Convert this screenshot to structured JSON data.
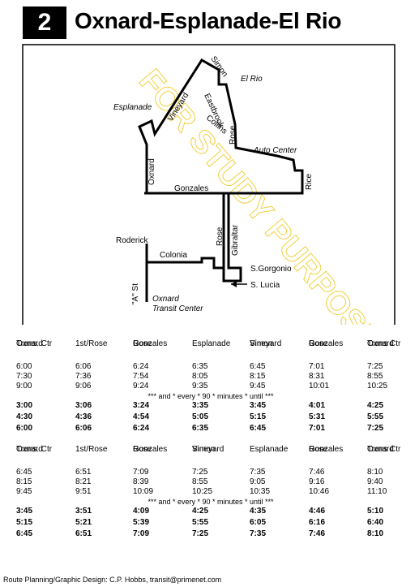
{
  "route": {
    "number": "2",
    "title": "Oxnard-Esplanade-El Rio"
  },
  "watermark": "FOR STUDY PURPOSES ONLY",
  "map_labels": {
    "simon": "Simon",
    "el_rio": "El Rio",
    "vineyard": "Vineyard",
    "esplanade": "Esplanade",
    "eastbrook": "Eastbrook",
    "collins": "Collins",
    "rose_north": "Rose",
    "auto_center": "Auto Center",
    "rice": "Rice",
    "oxnard": "Oxnard",
    "gonzales": "Gonzales",
    "roderick": "Roderick",
    "rose_south": "Rose",
    "gibraltar": "Gibraltar",
    "colonia": "Colonia",
    "a_st": "\"A\" St",
    "s_gorgonio": "S.Gorgonio",
    "s_lucia": "S. Lucia",
    "oxnard_tc": "Oxnard",
    "transit_center": "Transit Center"
  },
  "schedule_1": {
    "headers": [
      [
        "Oxnard",
        "Trans. Ctr"
      ],
      [
        "1st/Rose",
        ""
      ],
      [
        "Gonzales",
        "Rose"
      ],
      [
        "Esplanade",
        ""
      ],
      [
        "Vineyard",
        "Simon"
      ],
      [
        "Gonzales",
        "Rose"
      ],
      [
        "Oxnard",
        "Trans Ctr"
      ]
    ],
    "rows": [
      [
        "6:00",
        "6:06",
        "6:24",
        "6:35",
        "6:45",
        "7:01",
        "7:25"
      ],
      [
        "7:30",
        "7:36",
        "7:54",
        "8:05",
        "8:15",
        "8:31",
        "8:55"
      ],
      [
        "9:00",
        "9:06",
        "9:24",
        "9:35",
        "9:45",
        "10:01",
        "10:25"
      ]
    ],
    "note": "*** and * every * 90 * minutes * until ***",
    "rows_bold": [
      [
        "3:00",
        "3:06",
        "3:24",
        "3:35",
        "3:45",
        "4:01",
        "4:25"
      ],
      [
        "4:30",
        "4:36",
        "4:54",
        "5:05",
        "5:15",
        "5:31",
        "5:55"
      ],
      [
        "6:00",
        "6:06",
        "6:24",
        "6:35",
        "6:45",
        "7:01",
        "7:25"
      ]
    ]
  },
  "schedule_2": {
    "headers": [
      [
        "Oxnard",
        "Trans. Ctr"
      ],
      [
        "1st/Rose",
        ""
      ],
      [
        "Gonzales",
        "Rose"
      ],
      [
        "Vineyard",
        "Simon"
      ],
      [
        "Esplanade",
        ""
      ],
      [
        "Gonzales",
        "Rose"
      ],
      [
        "Oxnard",
        "Trans Ctr"
      ]
    ],
    "rows": [
      [
        "6:45",
        "6:51",
        "7:09",
        "7:25",
        "7:35",
        "7:46",
        "8:10"
      ],
      [
        "8:15",
        "8:21",
        "8:39",
        "8:55",
        "9:05",
        "9:16",
        "9:40"
      ],
      [
        "9:45",
        "9:51",
        "10:09",
        "10:25",
        "10:35",
        "10:46",
        "11:10"
      ]
    ],
    "note": "*** and * every * 90 * minutes * until ***",
    "rows_bold": [
      [
        "3:45",
        "3:51",
        "4:09",
        "4:25",
        "4:35",
        "4:46",
        "5:10"
      ],
      [
        "5:15",
        "5:21",
        "5:39",
        "5:55",
        "6:05",
        "6:16",
        "6:40"
      ],
      [
        "6:45",
        "6:51",
        "7:09",
        "7:25",
        "7:35",
        "7:46",
        "8:10"
      ]
    ]
  },
  "footer": "Route Planning/Graphic Design: C.P. Hobbs, transit@primenet.com"
}
